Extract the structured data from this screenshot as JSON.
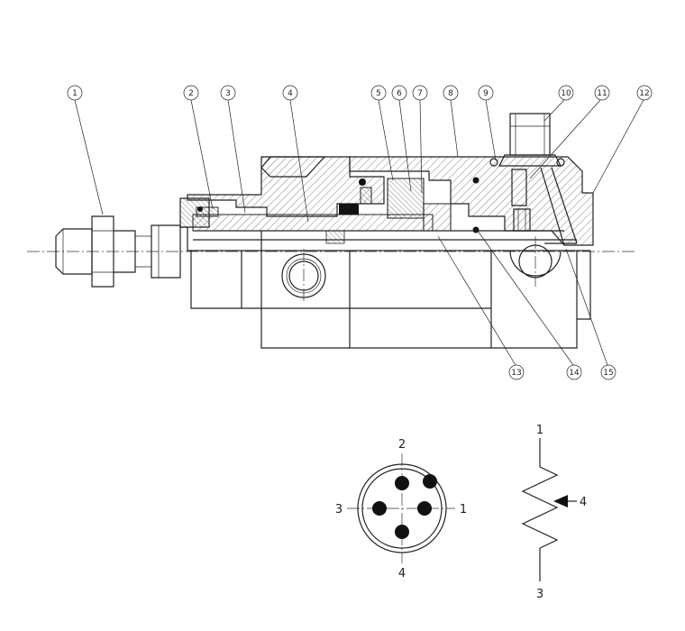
{
  "callouts": [
    {
      "label": "1"
    },
    {
      "label": "2"
    },
    {
      "label": "3"
    },
    {
      "label": "4"
    },
    {
      "label": "5"
    },
    {
      "label": "6"
    },
    {
      "label": "7"
    },
    {
      "label": "8"
    },
    {
      "label": "9"
    },
    {
      "label": "10"
    },
    {
      "label": "11"
    },
    {
      "label": "12"
    },
    {
      "label": "13"
    },
    {
      "label": "14"
    },
    {
      "label": "15"
    }
  ],
  "connector": {
    "pins": [
      {
        "label": "2"
      },
      {
        "label": "3"
      },
      {
        "label": "1"
      },
      {
        "label": "4"
      }
    ]
  },
  "schematic": {
    "terminals": [
      {
        "label": "1"
      },
      {
        "label": "4"
      },
      {
        "label": "3"
      }
    ]
  },
  "colors": {
    "line": "#222222",
    "background": "#ffffff"
  }
}
